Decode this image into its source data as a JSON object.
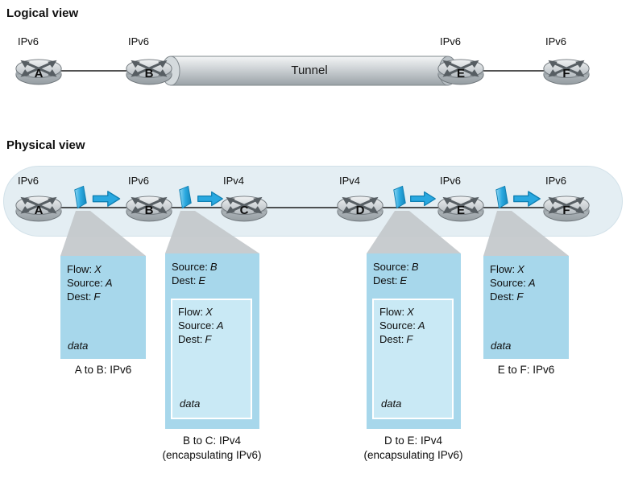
{
  "logical": {
    "title": "Logical view",
    "tunnel_label": "Tunnel",
    "routers": [
      {
        "name": "A",
        "proto": "IPv6"
      },
      {
        "name": "B",
        "proto": "IPv6"
      },
      {
        "name": "E",
        "proto": "IPv6"
      },
      {
        "name": "F",
        "proto": "IPv6"
      }
    ]
  },
  "physical": {
    "title": "Physical view",
    "routers": [
      {
        "name": "A",
        "proto": "IPv6"
      },
      {
        "name": "B",
        "proto": "IPv6"
      },
      {
        "name": "C",
        "proto": "IPv4"
      },
      {
        "name": "D",
        "proto": "IPv4"
      },
      {
        "name": "E",
        "proto": "IPv6"
      },
      {
        "name": "F",
        "proto": "IPv6"
      }
    ]
  },
  "packets": [
    {
      "fields": [
        {
          "label": "Flow:",
          "value": "X"
        },
        {
          "label": "Source:",
          "value": "A"
        },
        {
          "label": "Dest:",
          "value": "F"
        }
      ],
      "payload": "data",
      "caption1": "A to B: IPv6",
      "caption2": ""
    },
    {
      "outer_fields": [
        {
          "label": "Source:",
          "value": "B"
        },
        {
          "label": "Dest:",
          "value": "E"
        }
      ],
      "fields": [
        {
          "label": "Flow:",
          "value": "X"
        },
        {
          "label": "Source:",
          "value": "A"
        },
        {
          "label": "Dest:",
          "value": "F"
        }
      ],
      "payload": "data",
      "caption1": "B to C: IPv4",
      "caption2": "(encapsulating IPv6)"
    },
    {
      "outer_fields": [
        {
          "label": "Source:",
          "value": "B"
        },
        {
          "label": "Dest:",
          "value": "E"
        }
      ],
      "fields": [
        {
          "label": "Flow:",
          "value": "X"
        },
        {
          "label": "Source:",
          "value": "A"
        },
        {
          "label": "Dest:",
          "value": "F"
        }
      ],
      "payload": "data",
      "caption1": "D to E: IPv4",
      "caption2": "(encapsulating IPv6)"
    },
    {
      "fields": [
        {
          "label": "Flow:",
          "value": "X"
        },
        {
          "label": "Source:",
          "value": "A"
        },
        {
          "label": "Dest:",
          "value": "F"
        }
      ],
      "payload": "data",
      "caption1": "E to F: IPv6",
      "caption2": ""
    }
  ],
  "colors": {
    "packet_box": "#a7d7eb",
    "inner_box": "#c9e9f5",
    "arrow_blue": "#29a8e0",
    "cloud": "#e4eef3",
    "funnel_gray": "#c3c8cb"
  }
}
